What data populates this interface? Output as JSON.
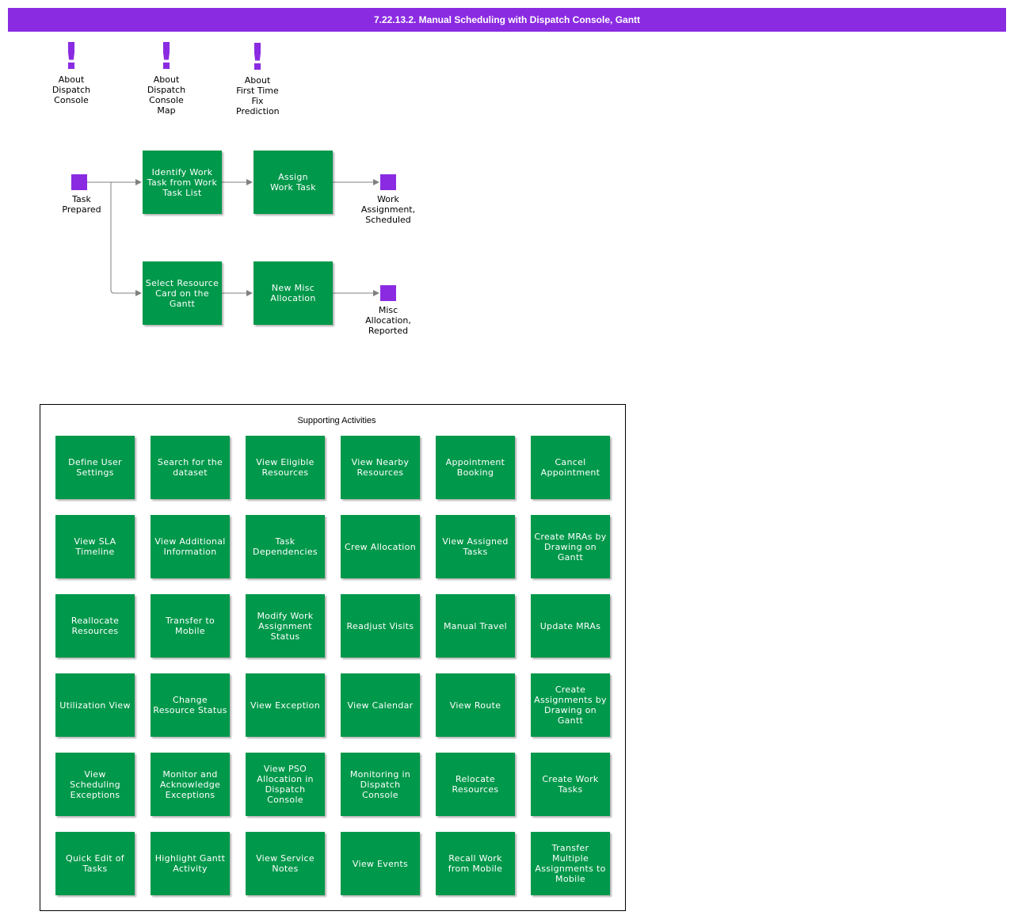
{
  "header": {
    "title": "7.22.13.2. Manual Scheduling with Dispatch Console, Gantt"
  },
  "about_links": [
    {
      "icon": "exclamation-icon",
      "label": "About Dispatch Console"
    },
    {
      "icon": "exclamation-icon",
      "label": "About Dispatch Console Map"
    },
    {
      "icon": "exclamation-icon",
      "label": "About First Time Fix Prediction"
    }
  ],
  "process": {
    "start_event": {
      "label": "Task Prepared"
    },
    "tasks": {
      "identify": "Identify Work Task from Work Task List",
      "assign": "Assign Work Task",
      "select": "Select Resource Card on the Gantt",
      "new_misc": "New Misc Allocation"
    },
    "end_events": {
      "work_assignment": "Work Assignment, Scheduled",
      "misc_allocation": "Misc Allocation, Reported"
    }
  },
  "supporting": {
    "title": "Supporting Activities",
    "items": [
      "Define User Settings",
      "Search for the dataset",
      "View Eligible Resources",
      "View Nearby Resources",
      "Appointment Booking",
      "Cancel Appointment",
      "View SLA Timeline",
      "View Additional Information",
      "Task Dependencies",
      "Crew Allocation",
      "View Assigned Tasks",
      "Create MRAs by Drawing on Gantt",
      "Reallocate Resources",
      "Transfer to Mobile",
      "Modify Work Assignment Status",
      "Readjust Visits",
      "Manual Travel",
      "Update MRAs",
      "Utilization View",
      "Change Resource Status",
      "View Exception",
      "View Calendar",
      "View Route",
      "Create Assignments by Drawing on Gantt",
      "View Scheduling Exceptions",
      "Monitor and Acknowledge Exceptions",
      "View PSO Allocation in Dispatch Console",
      "Monitoring in Dispatch Console",
      "Relocate Resources",
      "Create Work Tasks",
      "Quick Edit of Tasks",
      "Highlight Gantt Activity",
      "View Service Notes",
      "View Events",
      "Recall Work from Mobile",
      "Transfer Multiple Assignments to Mobile"
    ]
  },
  "colors": {
    "accent": "#8a2be2",
    "task_fill": "#00984a",
    "connector": "#808080"
  }
}
